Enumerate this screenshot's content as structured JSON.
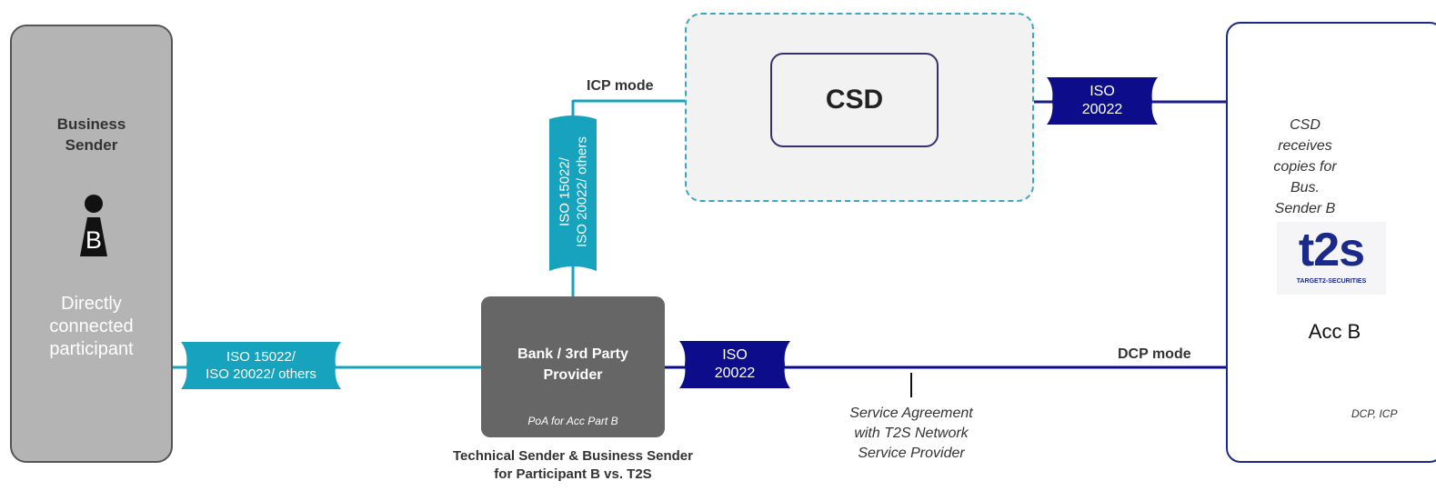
{
  "business_sender": {
    "title_line1": "Business",
    "title_line2": "Sender",
    "icon_letter": "B",
    "desc_line1": "Directly",
    "desc_line2": "connected",
    "desc_line3": "participant"
  },
  "left_flag": {
    "line1": "ISO 15022/",
    "line2": "ISO 20022/ others"
  },
  "vertical_flag": {
    "line1": "ISO 15022/",
    "line2": "ISO 20022/ others"
  },
  "bank": {
    "line1": "Bank / 3rd Party",
    "line2": "Provider",
    "note": "PoA for Acc Part B"
  },
  "bank_caption": {
    "line1": "Technical Sender & Business Sender",
    "line2": "for Participant B vs. T2S"
  },
  "icp_mode": "ICP mode",
  "csd": {
    "label": "CSD"
  },
  "top_flag": {
    "line1": "ISO",
    "line2": "20022"
  },
  "mid_flag": {
    "line1": "ISO",
    "line2": "20022"
  },
  "dcp_mode": "DCP mode",
  "service_agreement": {
    "line1": "Service Agreement",
    "line2": "with T2S Network",
    "line3": "Service Provider"
  },
  "t2s": {
    "csd_copies_line1": "CSD",
    "csd_copies_line2": "receives",
    "csd_copies_line3": "copies for",
    "csd_copies_line4": "Bus.",
    "csd_copies_line5": "Sender B",
    "logo_text": "t2s",
    "logo_sub": "TARGET2-SECURITIES",
    "account": "Acc B",
    "account_modes": "DCP, ICP"
  },
  "colors": {
    "teal": "#17a2bd",
    "navy": "#0d0d8c",
    "dark_grey": "#666666",
    "light_grey": "#b4b4b4"
  }
}
